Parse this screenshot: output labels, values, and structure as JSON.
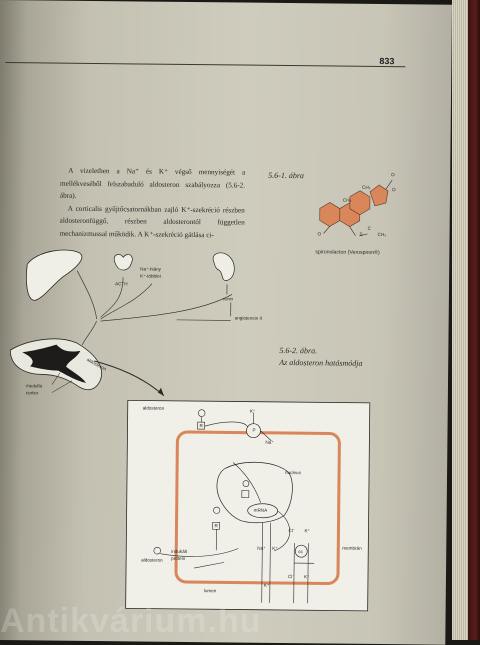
{
  "page_number": "833",
  "body_paragraphs": [
    "A vizelethen a Na⁺ és K⁺ végső mennyiségét a mellékveséből felszabaduló aldosteron szabályozza (5.6-2. ábra).",
    "A corticalis gyűjtőcsatornákban zajló K⁺-szekréció részben aldosteronfüggő, részben aldosterontól független mechanizmussal működik. A K⁺-szekréció gátlása ci-"
  ],
  "figure1": {
    "label": "5.6-1. ábra",
    "caption": "spironolacton (Verospiron®)",
    "atoms": {
      "o1": "O",
      "o2": "O",
      "o3": "O",
      "ch3_a": "CH₃",
      "ch3_b": "CH₃",
      "ch3_c": "CH₃",
      "s": "S",
      "c": "C"
    }
  },
  "figure2": {
    "label_line1": "5.6-2. ábra.",
    "label_line2": "Az aldosteron hatásmódja",
    "labels": {
      "na_k": "Na⁺-hiány",
      "k_excess": "K⁺-többlet",
      "acth": "ACTH",
      "renin": "renin",
      "angiotensin": "angiotensin II",
      "aldosteron_arrow": "aldosteron",
      "medulla": "medulla",
      "cortex": "cortex",
      "cell_aldosteron_top": "aldosteron",
      "cell_aldosteron_bottom": "aldosteron",
      "k_top": "K⁺",
      "na_top": "Na⁺",
      "pump": "P",
      "nucleus": "nucleus",
      "r_top": "R",
      "r_bottom": "R",
      "mrna": "mRNA",
      "induced1": "indukált",
      "induced2": "protein",
      "na_channel": "Na⁺",
      "k_channel": "K⁺",
      "cl_1": "Cl⁻",
      "k_1": "K⁺",
      "cl_2": "Cl⁻",
      "k_2": "K⁺",
      "k_bottom": "K⁺",
      "membrane": "membrán",
      "lumen": "lumen",
      "cc": "cc"
    }
  },
  "watermark": "Antikvárium.hu",
  "colors": {
    "orange": "#d9865a",
    "cell_outline": "#c9704a",
    "text": "#2a2924"
  }
}
